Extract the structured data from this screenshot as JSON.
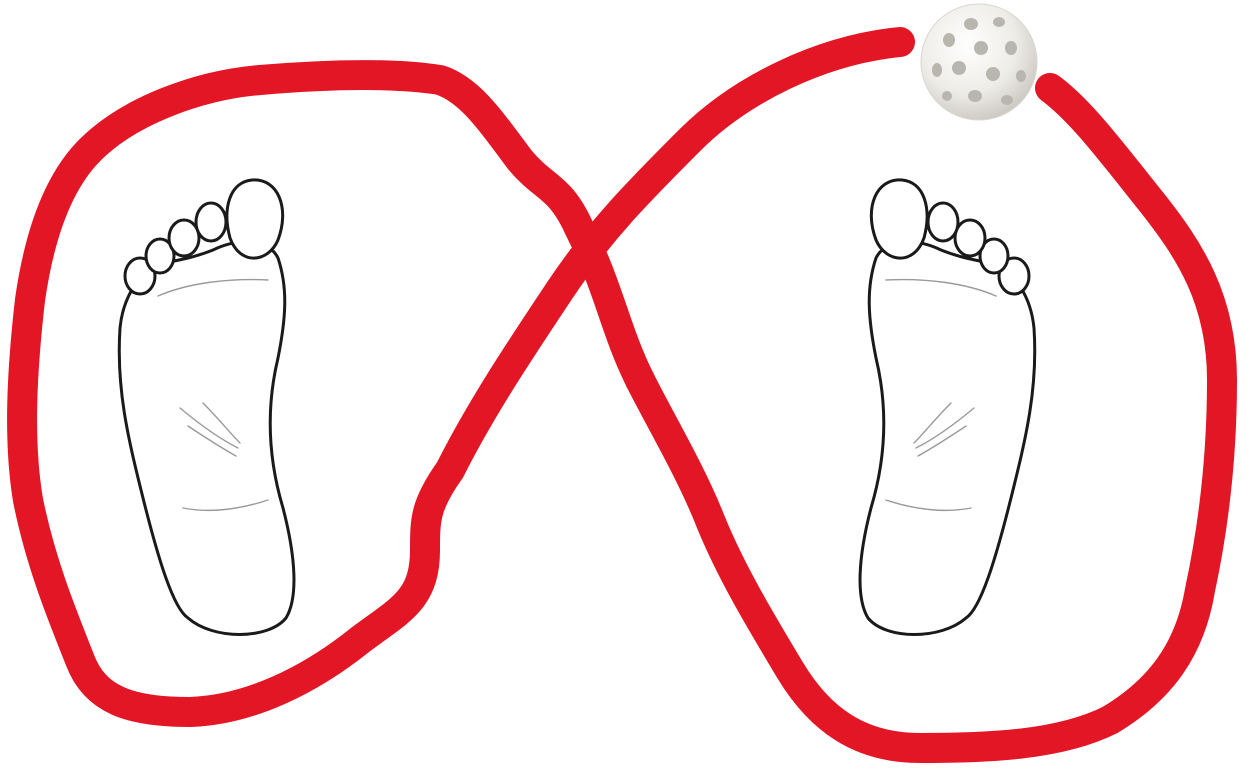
{
  "diagram": {
    "kind": "figure-eight dribbling path around two feet",
    "colors": {
      "path": "#e31626",
      "foot_outline": "#1a1a1a",
      "foot_fill": "#ffffff",
      "ball": "#f1f0ec",
      "ball_holes": "#b9b6b0",
      "background": "#ffffff"
    },
    "elements": [
      {
        "name": "left-foot",
        "icon": "foot-sole-icon",
        "side": "left"
      },
      {
        "name": "right-foot",
        "icon": "foot-sole-icon",
        "side": "right"
      },
      {
        "name": "floorball",
        "icon": "floorball-icon"
      },
      {
        "name": "figure-eight-path",
        "shape": "infinity loop"
      }
    ]
  }
}
